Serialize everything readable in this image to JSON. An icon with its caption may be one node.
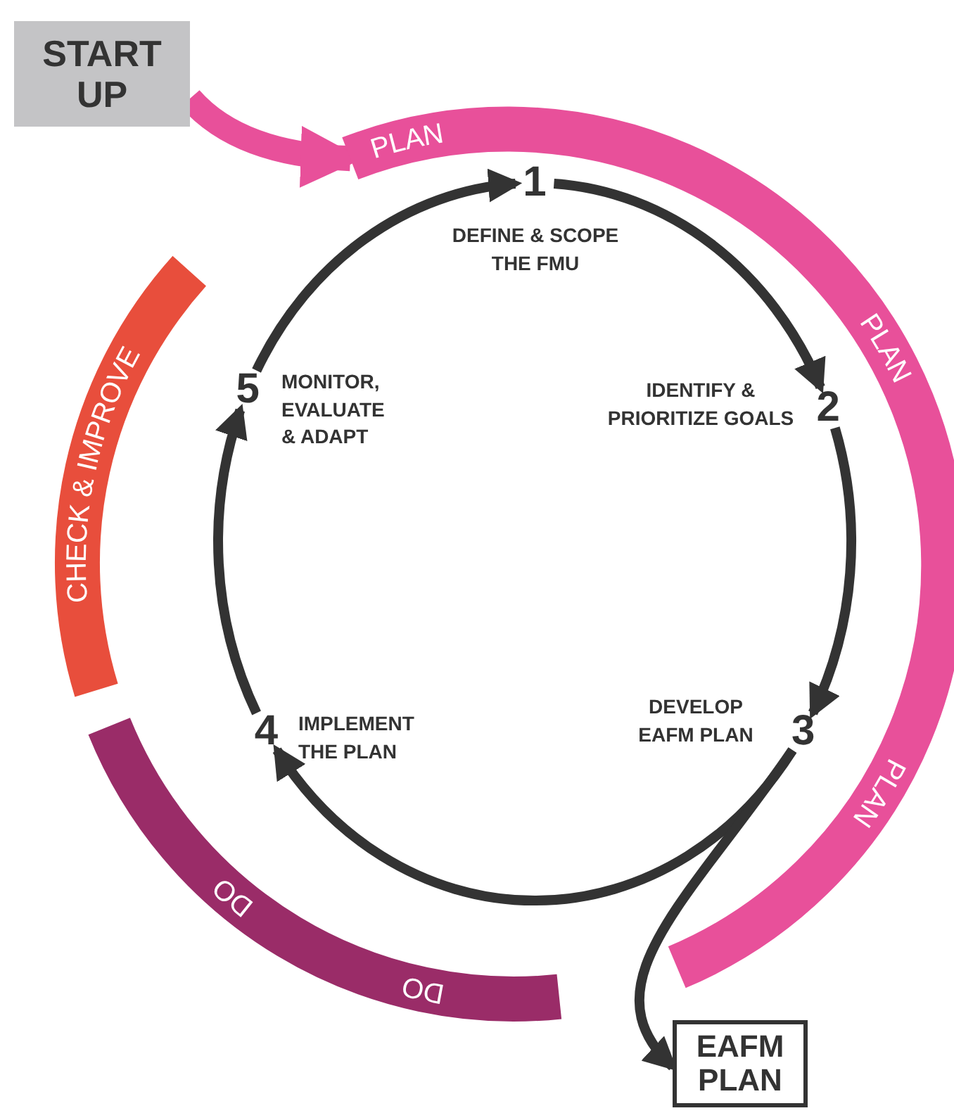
{
  "diagram": {
    "nodes": [
      {
        "text": [
          "START UP"
        ]
      },
      {
        "text": [
          "PLAN",
          "PLAN",
          "PLAN"
        ]
      },
      {
        "text": [
          "CHECK & IMPROVE"
        ]
      },
      {
        "text": [
          "1",
          "DEFINE & SCOPE THE FMU"
        ]
      },
      {
        "text": [
          "IDENTIFY & PRIORITIZE GOALS",
          "2"
        ]
      },
      {
        "text": [
          "DEVELOP EAFM PLAN",
          "3"
        ]
      },
      {
        "text": [
          "4",
          "IMPLEMENT THE PLAN"
        ]
      },
      {
        "text": [
          "5",
          "MONITOR, EVALUATE & ADAPT"
        ]
      },
      {
        "text": [
          "DO",
          "DO"
        ]
      },
      {
        "text": [
          "EAFM PLAN"
        ]
      }
    ],
    "edges": [
      {
        "from": 0,
        "to": 1,
        "arrow": "to",
        "style": "thick",
        "color": "#e8509a"
      },
      {
        "from": 3,
        "to": 4,
        "arrow": "to"
      },
      {
        "from": 4,
        "to": 5,
        "arrow": "to"
      },
      {
        "from": 5,
        "to": 6,
        "arrow": "to"
      },
      {
        "from": 6,
        "to": 7,
        "arrow": "to"
      },
      {
        "from": 7,
        "to": 3,
        "arrow": "to"
      },
      {
        "from": 5,
        "to": 9,
        "arrow": "to"
      }
    ]
  }
}
